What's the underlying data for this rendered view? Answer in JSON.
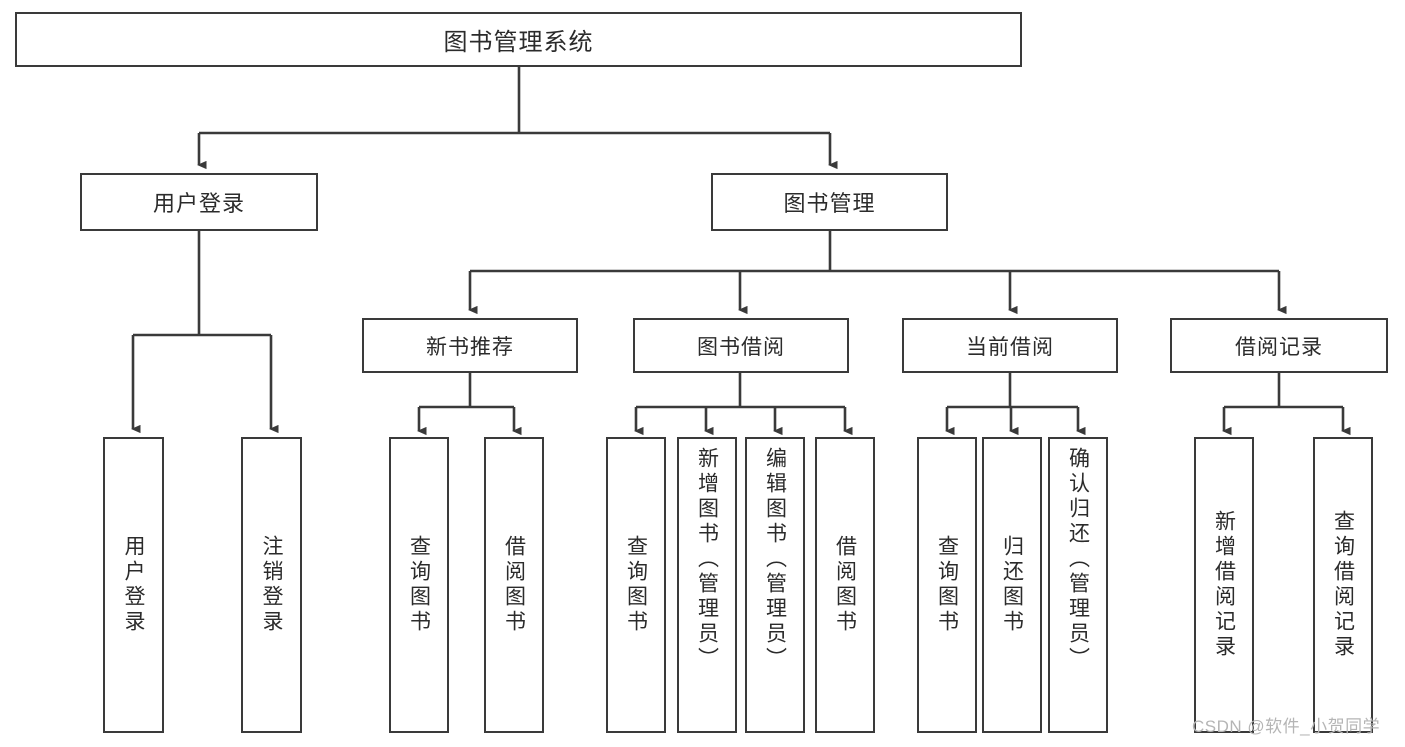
{
  "diagram": {
    "title": "图书管理系统",
    "type": "function-structure-tree",
    "root": {
      "id": "root",
      "label": "图书管理系统"
    },
    "level2": [
      {
        "id": "user-login",
        "label": "用户登录"
      },
      {
        "id": "book-management",
        "label": "图书管理"
      }
    ],
    "level3": [
      {
        "id": "new-book-recommend",
        "label": "新书推荐",
        "parent": "book-management"
      },
      {
        "id": "book-borrow",
        "label": "图书借阅",
        "parent": "book-management"
      },
      {
        "id": "current-borrow",
        "label": "当前借阅",
        "parent": "book-management"
      },
      {
        "id": "borrow-record",
        "label": "借阅记录",
        "parent": "book-management"
      }
    ],
    "leaves": [
      {
        "id": "leaf-user-login",
        "label": "用户登录",
        "parent": "user-login"
      },
      {
        "id": "leaf-logout",
        "label": "注销登录",
        "parent": "user-login"
      },
      {
        "id": "leaf-query-book-1",
        "label": "查询图书",
        "parent": "new-book-recommend"
      },
      {
        "id": "leaf-borrow-book-1",
        "label": "借阅图书",
        "parent": "new-book-recommend"
      },
      {
        "id": "leaf-query-book-2",
        "label": "查询图书",
        "parent": "book-borrow"
      },
      {
        "id": "leaf-add-book",
        "label": "新增图书（管理员）",
        "parent": "book-borrow"
      },
      {
        "id": "leaf-edit-book",
        "label": "编辑图书（管理员）",
        "parent": "book-borrow"
      },
      {
        "id": "leaf-borrow-book-2",
        "label": "借阅图书",
        "parent": "book-borrow"
      },
      {
        "id": "leaf-query-book-3",
        "label": "查询图书",
        "parent": "current-borrow"
      },
      {
        "id": "leaf-return-book",
        "label": "归还图书",
        "parent": "current-borrow"
      },
      {
        "id": "leaf-confirm-return",
        "label": "确认归还（管理员）",
        "parent": "current-borrow"
      },
      {
        "id": "leaf-add-record",
        "label": "新增借阅记录",
        "parent": "borrow-record"
      },
      {
        "id": "leaf-query-record",
        "label": "查询借阅记录",
        "parent": "borrow-record"
      }
    ]
  },
  "watermark": {
    "text": "CSDN @软件_小贺同学"
  },
  "colors": {
    "stroke": "#3a3a3a",
    "background": "#ffffff",
    "text": "#2b2b2b",
    "watermark": "#b5b5b5"
  }
}
